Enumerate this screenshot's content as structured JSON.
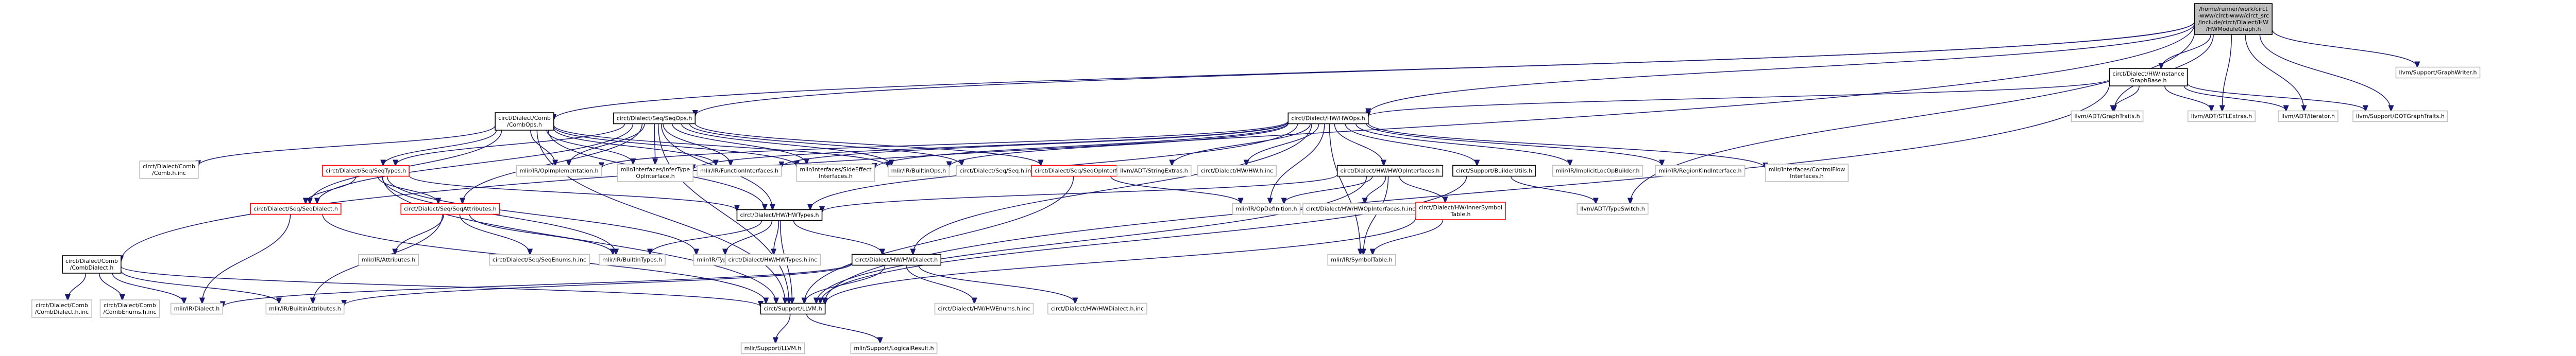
{
  "graph": {
    "colors": {
      "edge": "#191970",
      "border_black": "#000000",
      "border_gray": "#bfbfbf",
      "border_red": "#ff0000",
      "root_fill": "#bfbfbf",
      "node_fill": "#ffffff",
      "text": "#000000"
    },
    "nodes": [
      {
        "id": "root",
        "style": "root",
        "lines": [
          "/home/runner/work/circt",
          "-www/circt-www/circt_src",
          "/include/circt/Dialect/HW",
          "/HWModuleGraph.h"
        ]
      },
      {
        "id": "hwops",
        "style": "normal",
        "lines": [
          "circt/Dialect/HW/HWOps.h"
        ]
      },
      {
        "id": "instgraph",
        "style": "normal",
        "lines": [
          "circt/Dialect/HW/Instance",
          "GraphBase.h"
        ]
      },
      {
        "id": "graphwriter",
        "style": "gray",
        "lines": [
          "llvm/Support/GraphWriter.h"
        ]
      },
      {
        "id": "combops",
        "style": "normal",
        "lines": [
          "circt/Dialect/Comb",
          "/CombOps.h"
        ]
      },
      {
        "id": "seqops",
        "style": "normal",
        "lines": [
          "circt/Dialect/Seq/SeqOps.h"
        ]
      },
      {
        "id": "graphtraits",
        "style": "gray",
        "lines": [
          "llvm/ADT/GraphTraits.h"
        ]
      },
      {
        "id": "stlextras",
        "style": "gray",
        "lines": [
          "llvm/ADT/STLExtras.h"
        ]
      },
      {
        "id": "iterator",
        "style": "gray",
        "lines": [
          "llvm/ADT/iterator.h"
        ]
      },
      {
        "id": "dotgraph",
        "style": "gray",
        "lines": [
          "llvm/Support/DOTGraphTraits.h"
        ]
      },
      {
        "id": "combinc",
        "style": "gray",
        "lines": [
          "circt/Dialect/Comb",
          "/Comb.h.inc"
        ]
      },
      {
        "id": "opimpl",
        "style": "gray",
        "lines": [
          "mlir/IR/OpImplementation.h"
        ]
      },
      {
        "id": "infertype",
        "style": "gray",
        "lines": [
          "mlir/Interfaces/InferType",
          "OpInterface.h"
        ]
      },
      {
        "id": "funcif",
        "style": "gray",
        "lines": [
          "mlir/IR/FunctionInterfaces.h"
        ]
      },
      {
        "id": "sideeffect",
        "style": "gray",
        "lines": [
          "mlir/Interfaces/SideEffect",
          "Interfaces.h"
        ]
      },
      {
        "id": "builtinops",
        "style": "gray",
        "lines": [
          "mlir/IR/BuiltinOps.h"
        ]
      },
      {
        "id": "seqhinc",
        "style": "gray",
        "lines": [
          "circt/Dialect/Seq/Seq.h.inc"
        ]
      },
      {
        "id": "seqopif",
        "style": "red",
        "lines": [
          "circt/Dialect/Seq/SeqOpInterfaces.h"
        ]
      },
      {
        "id": "stringextras",
        "style": "gray",
        "lines": [
          "llvm/ADT/StringExtras.h"
        ]
      },
      {
        "id": "hwhinc",
        "style": "gray",
        "lines": [
          "circt/Dialect/HW/HW.h.inc"
        ]
      },
      {
        "id": "hwopif",
        "style": "normal",
        "lines": [
          "circt/Dialect/HW/HWOpInterfaces.h"
        ]
      },
      {
        "id": "builderutils",
        "style": "normal",
        "lines": [
          "circt/Support/BuilderUtils.h"
        ]
      },
      {
        "id": "implicitloc",
        "style": "gray",
        "lines": [
          "mlir/IR/ImplicitLocOpBuilder.h"
        ]
      },
      {
        "id": "regionkind",
        "style": "gray",
        "lines": [
          "mlir/IR/RegionKindInterface.h"
        ]
      },
      {
        "id": "controlflow",
        "style": "gray",
        "lines": [
          "mlir/Interfaces/ControlFlow",
          "Interfaces.h"
        ]
      },
      {
        "id": "seqtypes",
        "style": "red",
        "lines": [
          "circt/Dialect/Seq/SeqTypes.h"
        ]
      },
      {
        "id": "opdef",
        "style": "gray",
        "lines": [
          "mlir/IR/OpDefinition.h"
        ]
      },
      {
        "id": "hwopifinc",
        "style": "gray",
        "lines": [
          "circt/Dialect/HW/HWOpInterfaces.h.inc"
        ]
      },
      {
        "id": "innersym",
        "style": "red",
        "lines": [
          "circt/Dialect/HW/InnerSymbol",
          "Table.h"
        ]
      },
      {
        "id": "typeswitch",
        "style": "gray",
        "lines": [
          "llvm/ADT/TypeSwitch.h"
        ]
      },
      {
        "id": "seqdialect",
        "style": "red",
        "lines": [
          "circt/Dialect/Seq/SeqDialect.h"
        ]
      },
      {
        "id": "seqattrs",
        "style": "red",
        "lines": [
          "circt/Dialect/Seq/SeqAttributes.h"
        ]
      },
      {
        "id": "hwtypes",
        "style": "normal",
        "lines": [
          "circt/Dialect/HW/HWTypes.h"
        ]
      },
      {
        "id": "combdialect",
        "style": "normal",
        "lines": [
          "circt/Dialect/Comb",
          "/CombDialect.h"
        ]
      },
      {
        "id": "attributes",
        "style": "gray",
        "lines": [
          "mlir/IR/Attributes.h"
        ]
      },
      {
        "id": "seqenumsinc",
        "style": "gray",
        "lines": [
          "circt/Dialect/Seq/SeqEnums.h.inc"
        ]
      },
      {
        "id": "builtintypes",
        "style": "gray",
        "lines": [
          "mlir/IR/BuiltinTypes.h"
        ]
      },
      {
        "id": "irtypes",
        "style": "gray",
        "lines": [
          "mlir/IR/Types.h"
        ]
      },
      {
        "id": "hwtypesinc",
        "style": "gray",
        "lines": [
          "circt/Dialect/HW/HWTypes.h.inc"
        ]
      },
      {
        "id": "hwdialect",
        "style": "normal",
        "lines": [
          "circt/Dialect/HW/HWDialect.h"
        ]
      },
      {
        "id": "symboltable",
        "style": "gray",
        "lines": [
          "mlir/IR/SymbolTable.h"
        ]
      },
      {
        "id": "combdialectinc",
        "style": "gray",
        "lines": [
          "circt/Dialect/Comb",
          "/CombDialect.h.inc"
        ]
      },
      {
        "id": "combenumsinc",
        "style": "gray",
        "lines": [
          "circt/Dialect/Comb",
          "/CombEnums.h.inc"
        ]
      },
      {
        "id": "irdialect",
        "style": "gray",
        "lines": [
          "mlir/IR/Dialect.h"
        ]
      },
      {
        "id": "builtinattrs",
        "style": "gray",
        "lines": [
          "mlir/IR/BuiltinAttributes.h"
        ]
      },
      {
        "id": "llvmh",
        "style": "normal",
        "lines": [
          "circt/Support/LLVM.h"
        ]
      },
      {
        "id": "hwenumsinc",
        "style": "gray",
        "lines": [
          "circt/Dialect/HW/HWEnums.h.inc"
        ]
      },
      {
        "id": "hwdialectinc",
        "style": "gray",
        "lines": [
          "circt/Dialect/HW/HWDialect.h.inc"
        ]
      },
      {
        "id": "mlirllvm",
        "style": "gray",
        "lines": [
          "mlir/Support/LLVM.h"
        ]
      },
      {
        "id": "logicalresult",
        "style": "gray",
        "lines": [
          "mlir/Support/LogicalResult.h"
        ]
      }
    ],
    "edges": [
      [
        "root",
        "hwops"
      ],
      [
        "root",
        "instgraph"
      ],
      [
        "root",
        "graphwriter"
      ],
      [
        "root",
        "combops"
      ],
      [
        "root",
        "seqops"
      ],
      [
        "root",
        "graphtraits"
      ],
      [
        "root",
        "stlextras"
      ],
      [
        "root",
        "iterator"
      ],
      [
        "root",
        "dotgraph"
      ],
      [
        "root",
        "typeswitch"
      ],
      [
        "root",
        "combdialect"
      ],
      [
        "instgraph",
        "hwops"
      ],
      [
        "instgraph",
        "graphtraits"
      ],
      [
        "instgraph",
        "stlextras"
      ],
      [
        "instgraph",
        "iterator"
      ],
      [
        "instgraph",
        "dotgraph"
      ],
      [
        "instgraph",
        "llvmh"
      ],
      [
        "combops",
        "combinc"
      ],
      [
        "combops",
        "opimpl"
      ],
      [
        "combops",
        "infertype"
      ],
      [
        "combops",
        "funcif"
      ],
      [
        "combops",
        "sideeffect"
      ],
      [
        "combops",
        "builtinops"
      ],
      [
        "combops",
        "hwtypes"
      ],
      [
        "combops",
        "llvmh"
      ],
      [
        "combops",
        "seqtypes"
      ],
      [
        "combops",
        "seqdialect"
      ],
      [
        "seqops",
        "opimpl"
      ],
      [
        "seqops",
        "infertype"
      ],
      [
        "seqops",
        "funcif"
      ],
      [
        "seqops",
        "sideeffect"
      ],
      [
        "seqops",
        "builtinops"
      ],
      [
        "seqops",
        "seqhinc"
      ],
      [
        "seqops",
        "seqopif"
      ],
      [
        "seqops",
        "seqtypes"
      ],
      [
        "seqops",
        "seqdialect"
      ],
      [
        "seqops",
        "seqattrs"
      ],
      [
        "seqops",
        "hwtypes"
      ],
      [
        "seqops",
        "llvmh"
      ],
      [
        "hwops",
        "opimpl"
      ],
      [
        "hwops",
        "infertype"
      ],
      [
        "hwops",
        "funcif"
      ],
      [
        "hwops",
        "sideeffect"
      ],
      [
        "hwops",
        "builtinops"
      ],
      [
        "hwops",
        "stringextras"
      ],
      [
        "hwops",
        "hwhinc"
      ],
      [
        "hwops",
        "hwopif"
      ],
      [
        "hwops",
        "builderutils"
      ],
      [
        "hwops",
        "implicitloc"
      ],
      [
        "hwops",
        "regionkind"
      ],
      [
        "hwops",
        "controlflow"
      ],
      [
        "hwops",
        "hwdialect"
      ],
      [
        "hwops",
        "hwtypes"
      ],
      [
        "hwops",
        "symboltable"
      ],
      [
        "hwops",
        "opdef"
      ],
      [
        "seqopif",
        "opdef"
      ],
      [
        "seqopif",
        "llvmh"
      ],
      [
        "hwopif",
        "opdef"
      ],
      [
        "hwopif",
        "hwopifinc"
      ],
      [
        "hwopif",
        "innersym"
      ],
      [
        "hwopif",
        "symboltable"
      ],
      [
        "hwopif",
        "hwtypes"
      ],
      [
        "hwopif",
        "llvmh"
      ],
      [
        "builderutils",
        "typeswitch"
      ],
      [
        "builderutils",
        "llvmh"
      ],
      [
        "seqtypes",
        "seqdialect"
      ],
      [
        "seqtypes",
        "seqattrs"
      ],
      [
        "seqtypes",
        "builtintypes"
      ],
      [
        "seqtypes",
        "irtypes"
      ],
      [
        "seqtypes",
        "hwtypes"
      ],
      [
        "seqtypes",
        "llvmh"
      ],
      [
        "innersym",
        "symboltable"
      ],
      [
        "innersym",
        "llvmh"
      ],
      [
        "seqdialect",
        "irdialect"
      ],
      [
        "seqdialect",
        "llvmh"
      ],
      [
        "seqattrs",
        "attributes"
      ],
      [
        "seqattrs",
        "seqenumsinc"
      ],
      [
        "seqattrs",
        "builtinattrs"
      ],
      [
        "seqattrs",
        "builtintypes"
      ],
      [
        "hwtypes",
        "builtintypes"
      ],
      [
        "hwtypes",
        "irtypes"
      ],
      [
        "hwtypes",
        "hwtypesinc"
      ],
      [
        "hwtypes",
        "hwdialect"
      ],
      [
        "hwtypes",
        "llvmh"
      ],
      [
        "hwdialect",
        "irdialect"
      ],
      [
        "hwdialect",
        "builtinattrs"
      ],
      [
        "hwdialect",
        "llvmh"
      ],
      [
        "hwdialect",
        "hwenumsinc"
      ],
      [
        "hwdialect",
        "hwdialectinc"
      ],
      [
        "combdialect",
        "combdialectinc"
      ],
      [
        "combdialect",
        "combenumsinc"
      ],
      [
        "combdialect",
        "irdialect"
      ],
      [
        "combdialect",
        "builtinattrs"
      ],
      [
        "combdialect",
        "llvmh"
      ],
      [
        "llvmh",
        "mlirllvm"
      ],
      [
        "llvmh",
        "logicalresult"
      ]
    ]
  }
}
